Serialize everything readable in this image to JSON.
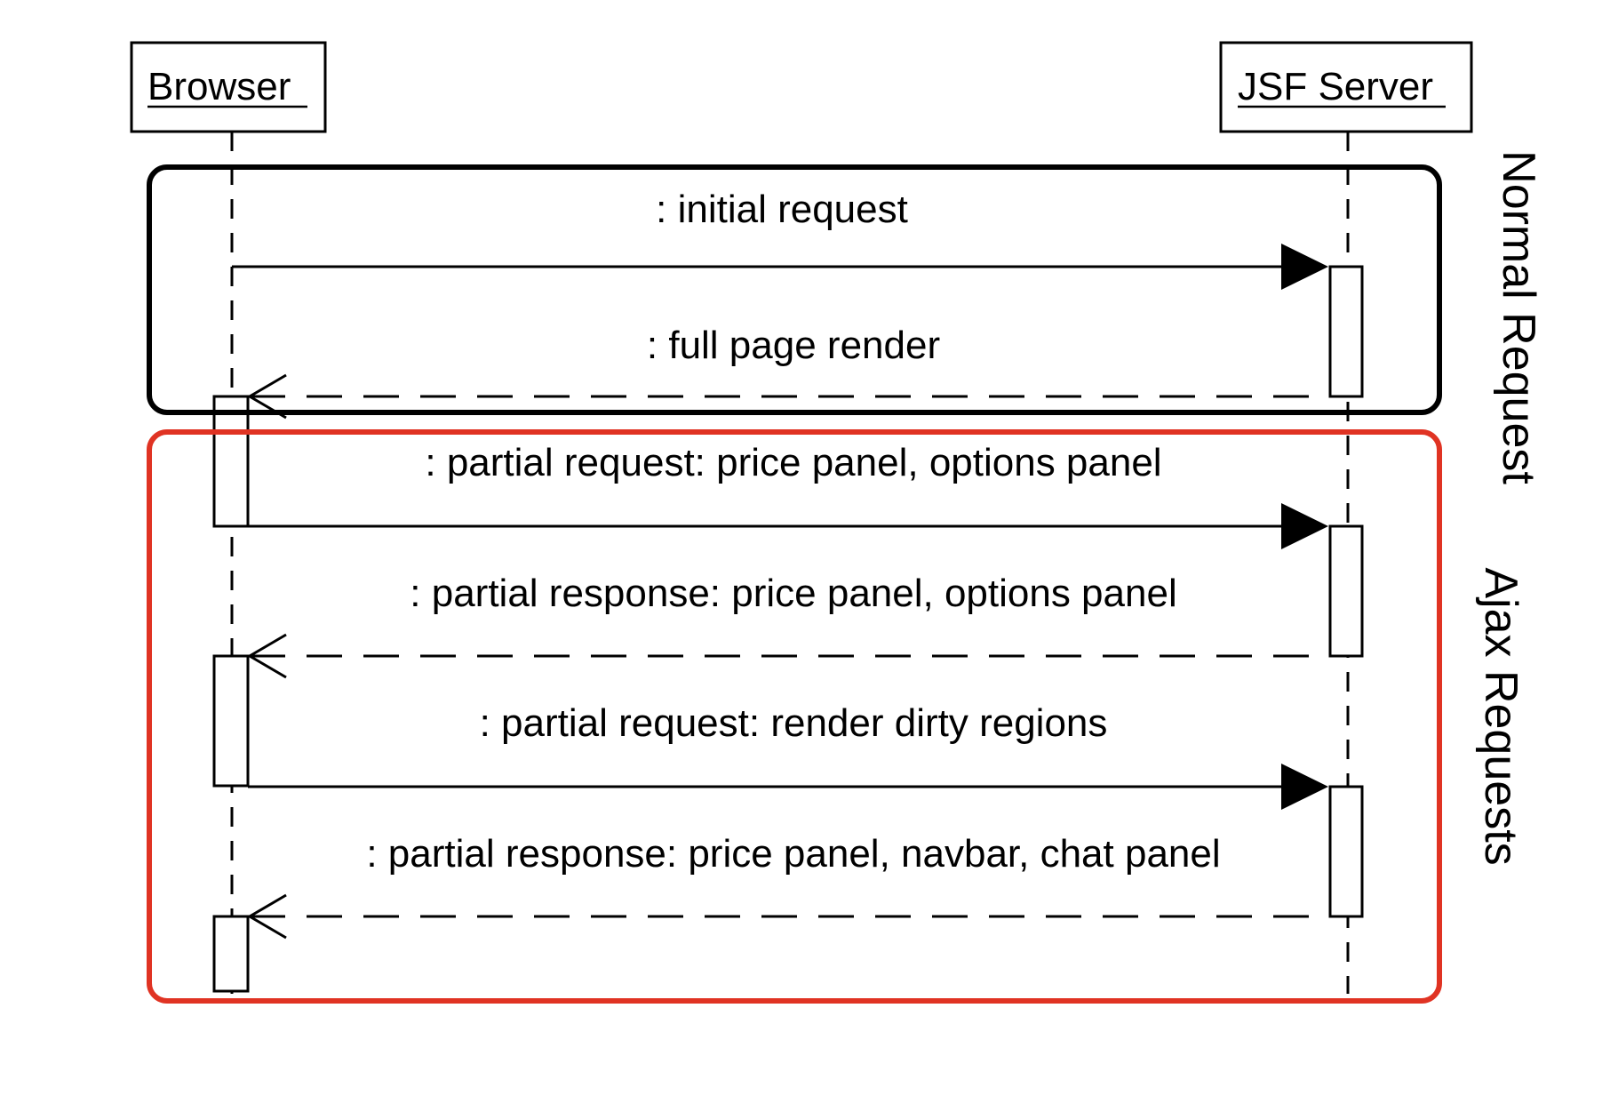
{
  "participants": {
    "browser": "Browser",
    "server": "JSF Server"
  },
  "fragments": {
    "normal": {
      "label": "Normal Request",
      "color": "#000000"
    },
    "ajax": {
      "label": "Ajax Requests",
      "color": "#e03323"
    }
  },
  "messages": [
    {
      "label": ": initial request",
      "from": "Browser",
      "to": "JSF Server",
      "kind": "call"
    },
    {
      "label": ": full page render",
      "from": "JSF Server",
      "to": "Browser",
      "kind": "return"
    },
    {
      "label": ": partial request: price panel, options panel",
      "from": "Browser",
      "to": "JSF Server",
      "kind": "call"
    },
    {
      "label": ": partial response: price panel, options panel",
      "from": "JSF Server",
      "to": "Browser",
      "kind": "return"
    },
    {
      "label": ": partial request: render dirty regions",
      "from": "Browser",
      "to": "JSF Server",
      "kind": "call"
    },
    {
      "label": ": partial response: price panel, navbar, chat panel",
      "from": "JSF Server",
      "to": "Browser",
      "kind": "return"
    }
  ]
}
